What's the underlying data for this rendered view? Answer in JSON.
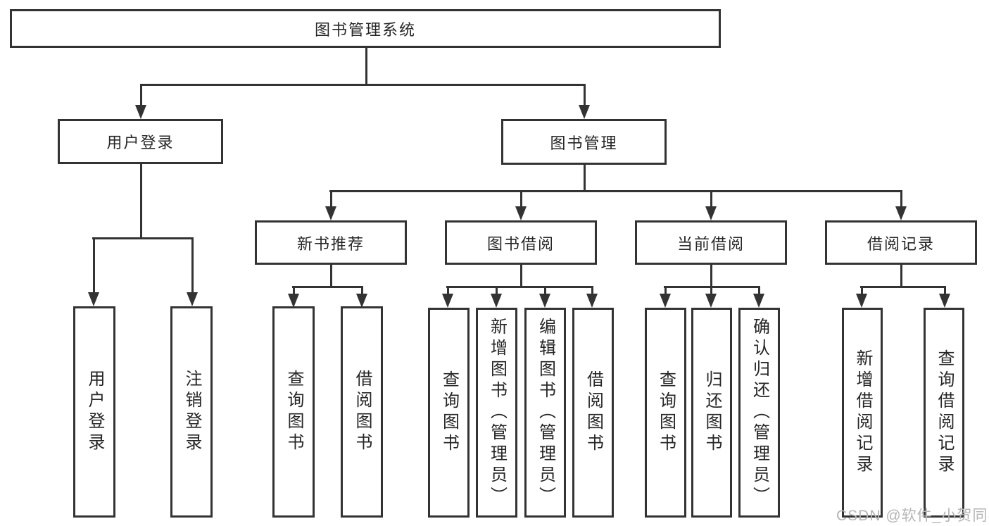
{
  "nodes": {
    "root": "图书管理系统",
    "user_login": "用户登录",
    "book_mgmt": "图书管理",
    "new_books": "新书推荐",
    "book_borrow": "图书借阅",
    "current_borrow": "当前借阅",
    "borrow_records": "借阅记录",
    "ul_login": "用户登录",
    "ul_logout": "注销登录",
    "nb_query": "查询图书",
    "nb_borrow": "借阅图书",
    "bb_query": "查询图书",
    "bb_add": "新增图书（管理员）",
    "bb_edit": "编辑图书（管理员）",
    "bb_borrow": "借阅图书",
    "cb_query": "查询图书",
    "cb_return": "归还图书",
    "cb_confirm": "确认归还（管理员）",
    "br_add": "新增借阅记录",
    "br_query": "查询借阅记录"
  },
  "watermark": "CSDN @软件_小贺同学",
  "colors": {
    "line": "#333333",
    "text": "#262626",
    "watermark": "#b5b5b5",
    "background": "#ffffff"
  }
}
